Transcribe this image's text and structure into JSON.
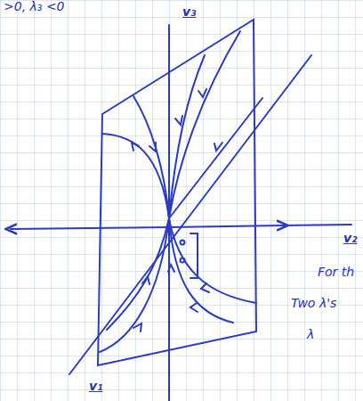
{
  "diagram": {
    "labels": [
      ">0, λ₃ <0",
      "v₃",
      "v₂",
      "v₁",
      "For th",
      "Two λ's",
      "λ"
    ]
  }
}
